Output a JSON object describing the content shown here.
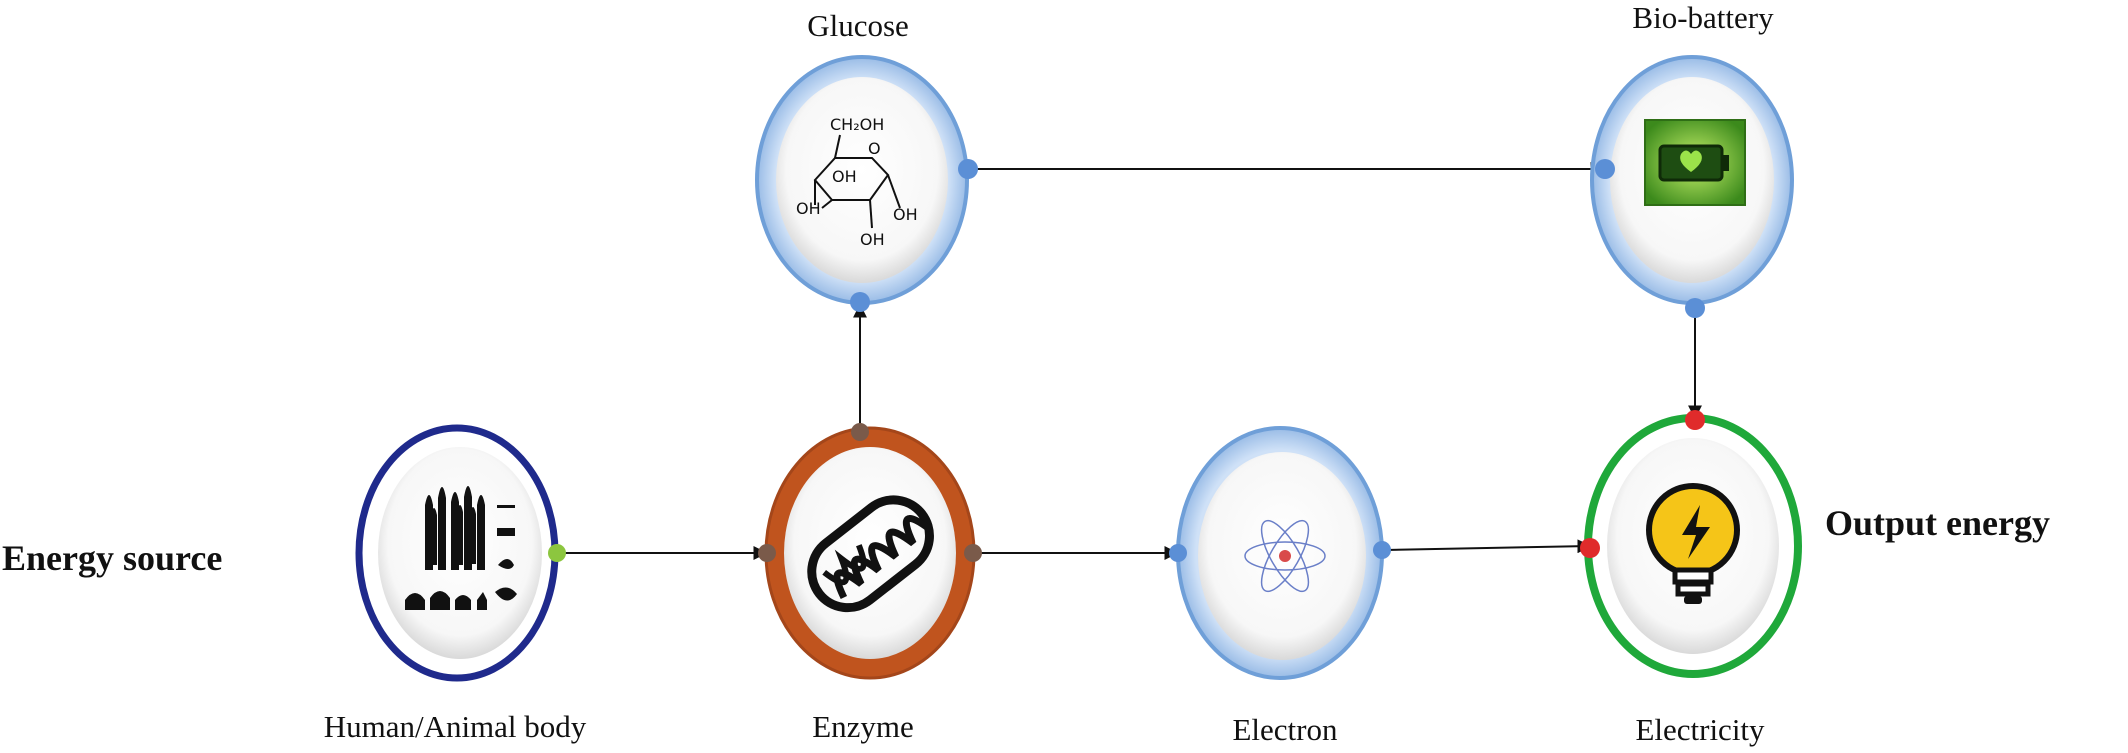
{
  "diagram": {
    "side_labels": {
      "source": "Energy source",
      "output": "Output energy"
    },
    "nodes": {
      "human": "Human/Animal body",
      "enzyme": "Enzyme",
      "electron": "Electron",
      "electricity": "Electricity",
      "glucose": "Glucose",
      "battery": "Bio-battery"
    },
    "glucose_chem": {
      "ch2oh": "CH₂OH",
      "o": "O",
      "oh1": "OH",
      "oh2": "OH",
      "oh3": "OH",
      "oh4": "OH"
    },
    "colors": {
      "human_ring": "#1f2a8c",
      "enzyme_ring": "#c0541e",
      "electron_ring": "#6f9fd8",
      "electricity_ring": "#1fa83a",
      "glucose_ring": "#6f9fd8",
      "battery_ring": "#6f9fd8",
      "bulb": "#f5c518"
    },
    "icons": {
      "human": "human-animal-silhouettes-icon",
      "enzyme": "mitochondrion-icon",
      "electron": "atom-icon",
      "electricity": "light-bulb-icon",
      "glucose": "glucose-structure-icon",
      "battery": "battery-heart-icon"
    }
  }
}
